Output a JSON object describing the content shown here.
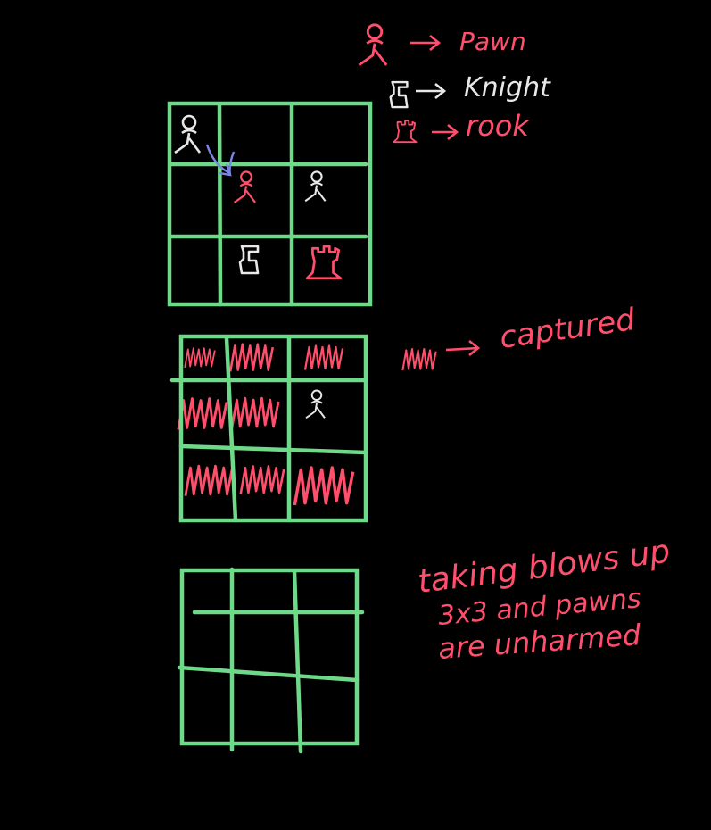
{
  "colors": {
    "background": "#000000",
    "grid": "#6fd98a",
    "red": "#ff4f6d",
    "white": "#e8e8e8",
    "arrow_blue": "#7b86e6"
  },
  "legend": {
    "pawn_label": "Pawn",
    "knight_label": "Knight",
    "rook_label": "rook",
    "captured_label": "captured"
  },
  "note": {
    "line1": "taking blows up",
    "line2": "3x3 and pawns",
    "line3": "are unharmed"
  }
}
